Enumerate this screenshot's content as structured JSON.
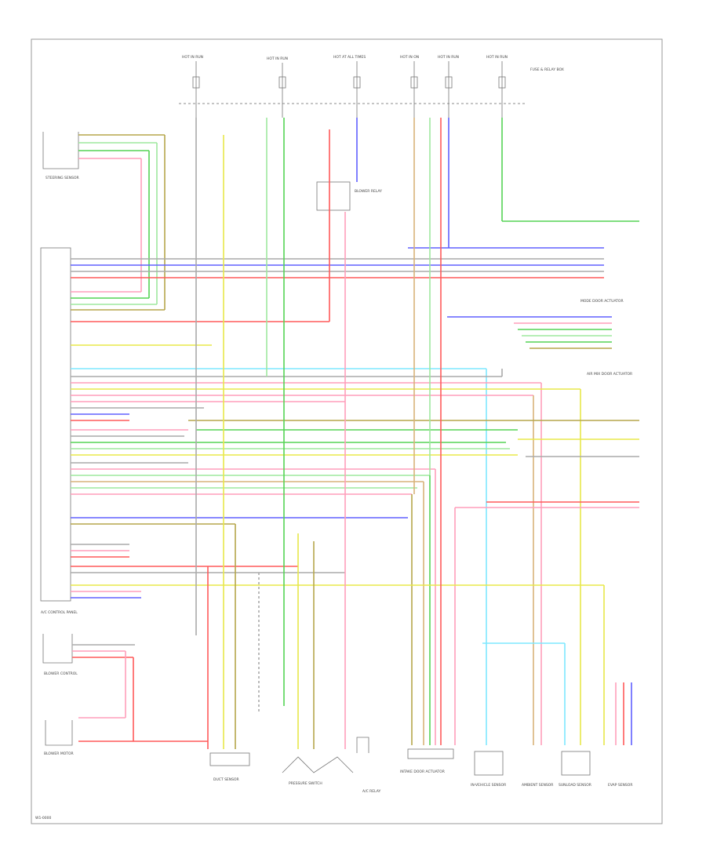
{
  "diagram": {
    "footer_code": "W1-0000",
    "fuses": [
      {
        "id": "f1",
        "label": "HOT IN RUN"
      },
      {
        "id": "f2",
        "label": "HOT IN RUN"
      },
      {
        "id": "f3",
        "label": "HOT AT ALL TIMES"
      },
      {
        "id": "f4",
        "label": "HOT IN ON"
      },
      {
        "id": "f5",
        "label": "HOT IN RUN"
      },
      {
        "id": "f6",
        "label": "HOT IN RUN"
      }
    ],
    "fuse_box_label": "FUSE & RELAY BOX",
    "connector_labels": {
      "top_left": "STEERING SENSOR",
      "main_unit": "A/C CONTROL PANEL",
      "lower_left": "BLOWER MOTOR",
      "lower_left2": "BLOWER CONTROL",
      "right_top": "MODE DOOR ACTUATOR",
      "right_mid": "AIR MIX DOOR ACTUATOR",
      "blower_relay": "BLOWER RELAY"
    },
    "bottom_components": [
      {
        "id": "c1",
        "label": "DUCT SENSOR"
      },
      {
        "id": "c2",
        "label": "PRESSURE SWITCH"
      },
      {
        "id": "c3",
        "label": "A/C RELAY"
      },
      {
        "id": "c4",
        "label": "INTAKE DOOR ACTUATOR"
      },
      {
        "id": "c5",
        "label": "IN-VEHICLE SENSOR"
      },
      {
        "id": "c6",
        "label": "AMBIENT SENSOR"
      },
      {
        "id": "c7",
        "label": "SUNLOAD SENSOR"
      },
      {
        "id": "c8",
        "label": "EVAP SENSOR"
      }
    ],
    "colors": {
      "yellow": "#e8e84a",
      "green": "#55d455",
      "lightgreen": "#9ee89e",
      "blue": "#6060ff",
      "red": "#ff5a5a",
      "pink": "#ff9ebb",
      "cyan": "#7fe8ff",
      "olive": "#b5a64b",
      "grey": "#888888",
      "darkgreen": "#4a9a4a",
      "tan": "#d8b27a"
    }
  }
}
